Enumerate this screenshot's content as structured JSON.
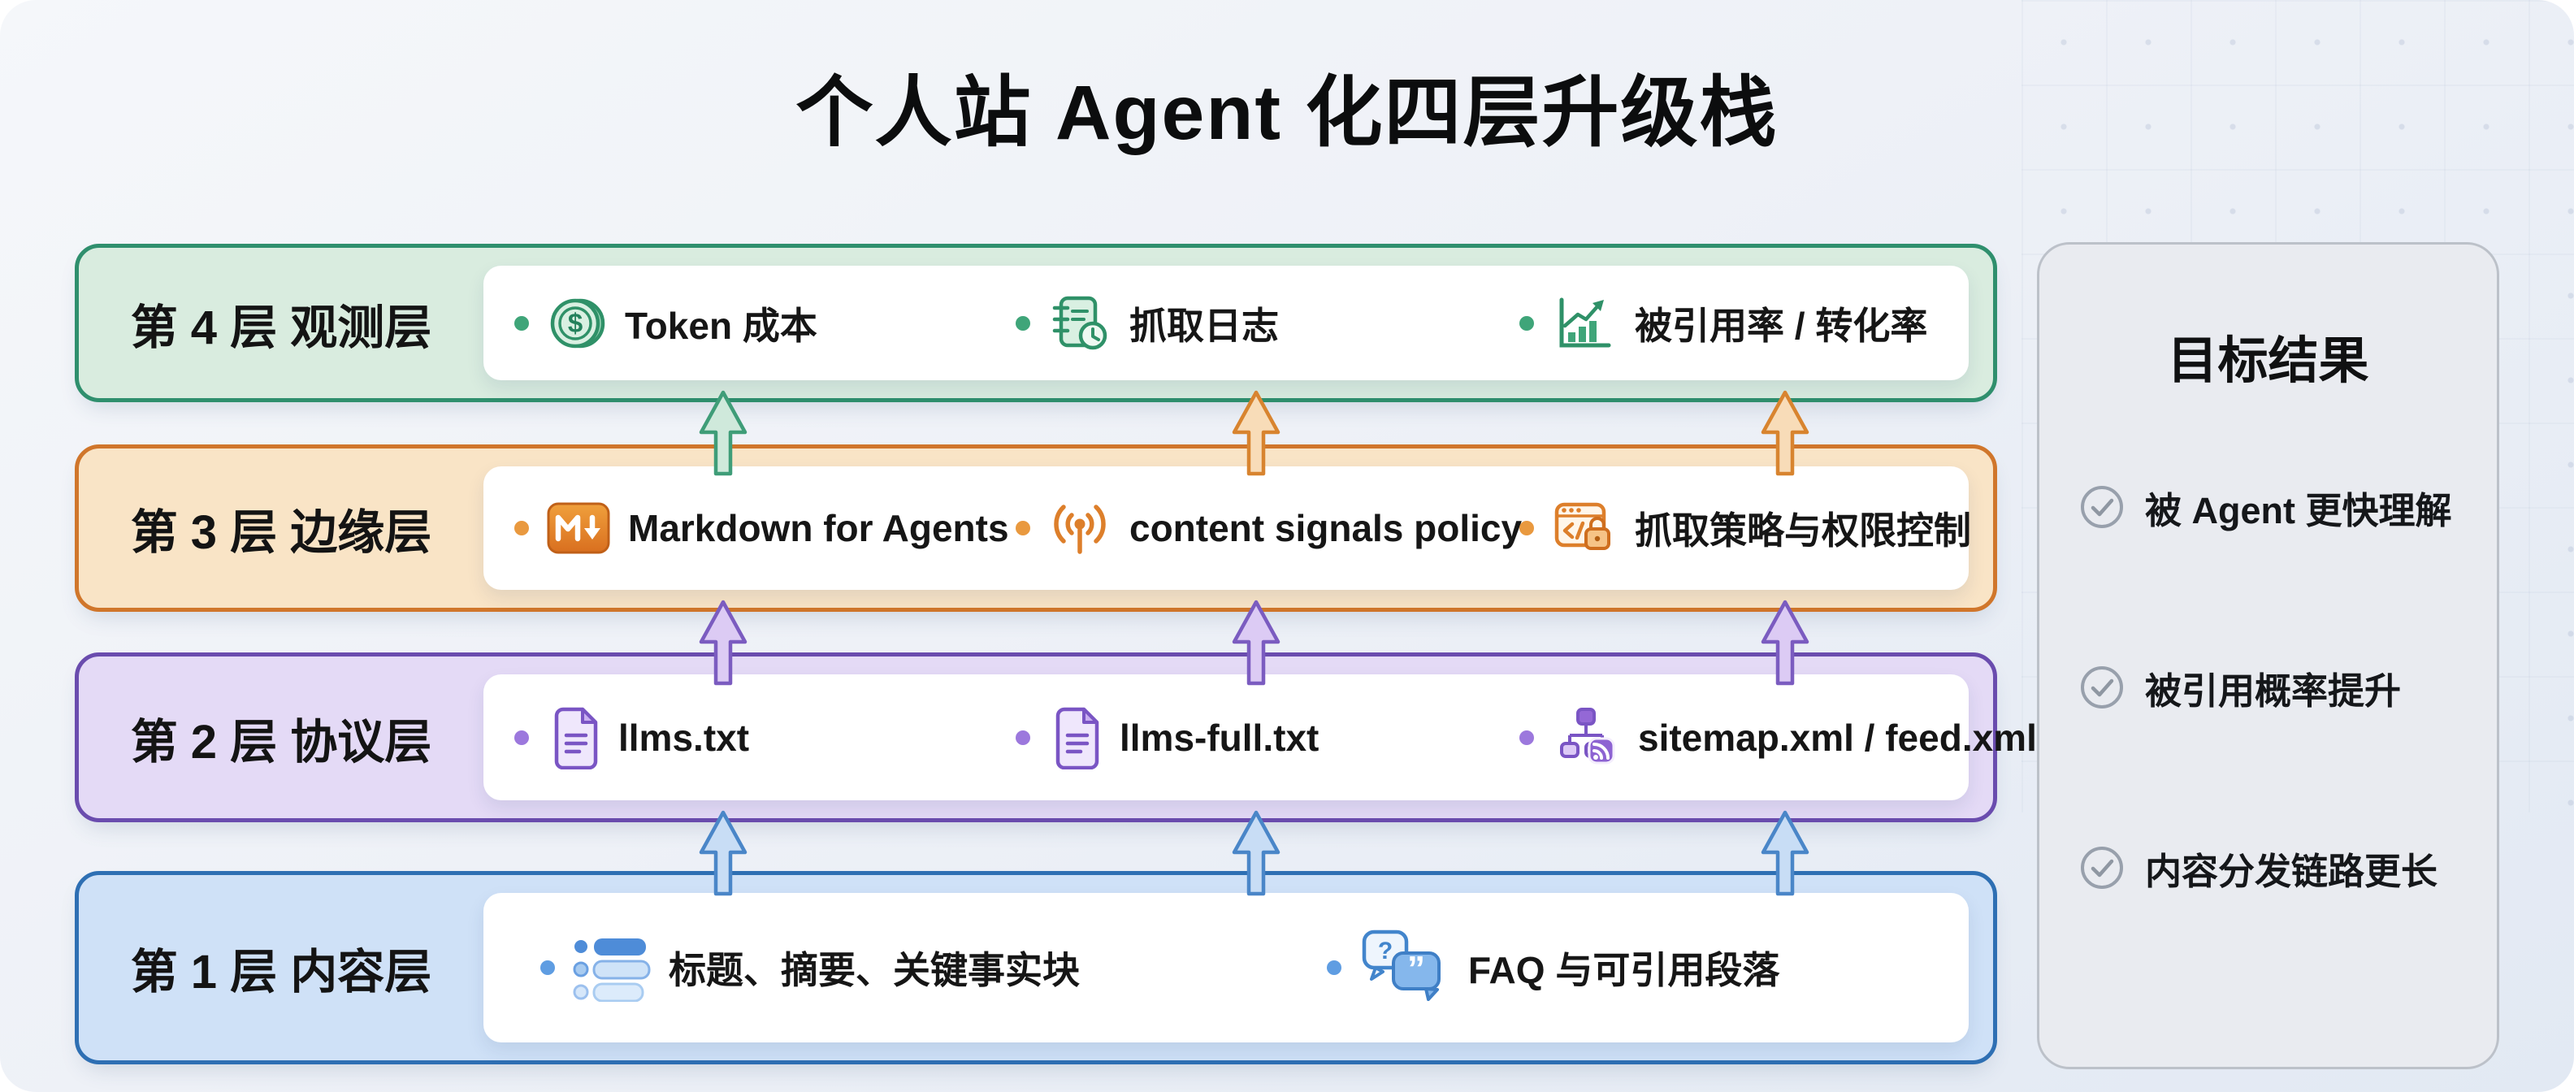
{
  "header": {
    "title": "个人站 Agent 化四层升级栈"
  },
  "layers": [
    {
      "label": "第 4 层 观测层",
      "theme": "green",
      "items": [
        {
          "icon": "dollar-coin-icon",
          "glyph": "$",
          "label": "Token 成本"
        },
        {
          "icon": "crawl-log-icon",
          "label": "抓取日志"
        },
        {
          "icon": "growth-chart-icon",
          "label": "被引用率 / 转化率"
        }
      ]
    },
    {
      "label": "第 3 层 边缘层",
      "theme": "orange",
      "items": [
        {
          "icon": "markdown-icon",
          "label": "Markdown for Agents"
        },
        {
          "icon": "broadcast-signal-icon",
          "label": "content signals policy"
        },
        {
          "icon": "code-window-lock-icon",
          "label": "抓取策略与权限控制"
        }
      ]
    },
    {
      "label": "第 2 层 协议层",
      "theme": "purple",
      "items": [
        {
          "icon": "document-icon",
          "label": "llms.txt"
        },
        {
          "icon": "document-icon",
          "label": "llms-full.txt"
        },
        {
          "icon": "sitemap-rss-icon",
          "label": "sitemap.xml / feed.xml"
        }
      ]
    },
    {
      "label": "第 1 层 内容层",
      "theme": "blue",
      "items": [
        {
          "icon": "list-icon",
          "label": "标题、摘要、关键事实块"
        },
        {
          "icon": "faq-bubbles-icon",
          "glyph_question": "?",
          "glyph_quote": "”",
          "label": "FAQ 与可引用段落"
        }
      ]
    }
  ],
  "arrows": {
    "between_layer3_and_layer4": [
      "green",
      "orange",
      "orange"
    ],
    "between_layer2_and_layer3": [
      "purple",
      "purple",
      "purple"
    ],
    "between_layer1_and_layer2": [
      "blue",
      "blue",
      "blue"
    ]
  },
  "goal_panel": {
    "title": "目标结果",
    "items": [
      {
        "icon": "check-circle-icon",
        "label": "被 Agent 更快理解"
      },
      {
        "icon": "check-circle-icon",
        "label": "被引用概率提升"
      },
      {
        "icon": "check-circle-icon",
        "label": "内容分发链路更长"
      }
    ]
  },
  "colors": {
    "green_border": "#2f8f6d",
    "green_bg": "#d9ecdf",
    "green_bullet": "#3fa579",
    "orange_border": "#d0762b",
    "orange_bg": "#f9e4c6",
    "orange_bullet": "#e9993f",
    "purple_border": "#6a4cae",
    "purple_bg": "#e4daf6",
    "purple_bullet": "#9c78dd",
    "blue_border": "#2e6fb3",
    "blue_bg": "#cfe1f7",
    "blue_bullet": "#5f9de2",
    "panel_bg": "#e9ebf0",
    "panel_border": "#bcc1c9",
    "text": "#161616",
    "canvas_bg": "#eef1f7"
  }
}
